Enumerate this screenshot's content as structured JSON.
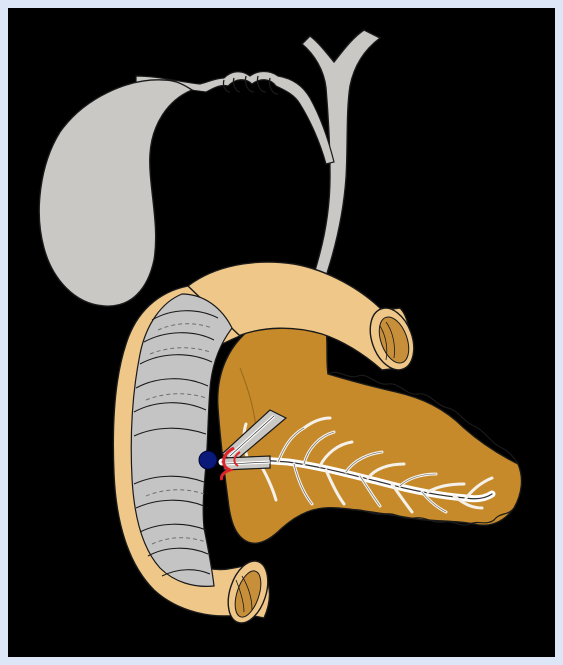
{
  "diagram": {
    "subject": "gallbladder-bile-ducts-duodenum-pancreas",
    "labels": []
  },
  "colors": {
    "background": "#000000",
    "frame": "#dde6f6",
    "biliary_gray": "#c9c8c5",
    "mucosa_gray": "#c4c4c4",
    "duodenum_tan": "#efc789",
    "pancreas_orange": "#c78a2a",
    "outline": "#1a1a1a",
    "papilla_blue": "#0a1a7a",
    "sphincter_red": "#e0242a"
  },
  "structures": [
    {
      "name": "gallbladder",
      "icon": "gallbladder-icon"
    },
    {
      "name": "cystic-duct",
      "icon": "spiral-valve-icon"
    },
    {
      "name": "hepatic-ducts",
      "icon": "y-duct-icon"
    },
    {
      "name": "common-bile-duct",
      "icon": "tube-icon"
    },
    {
      "name": "duodenum",
      "icon": "c-loop-icon"
    },
    {
      "name": "pancreas",
      "icon": "gland-icon"
    },
    {
      "name": "pancreatic-duct",
      "icon": "branching-duct-icon"
    },
    {
      "name": "ampulla",
      "icon": "dot-icon"
    }
  ]
}
